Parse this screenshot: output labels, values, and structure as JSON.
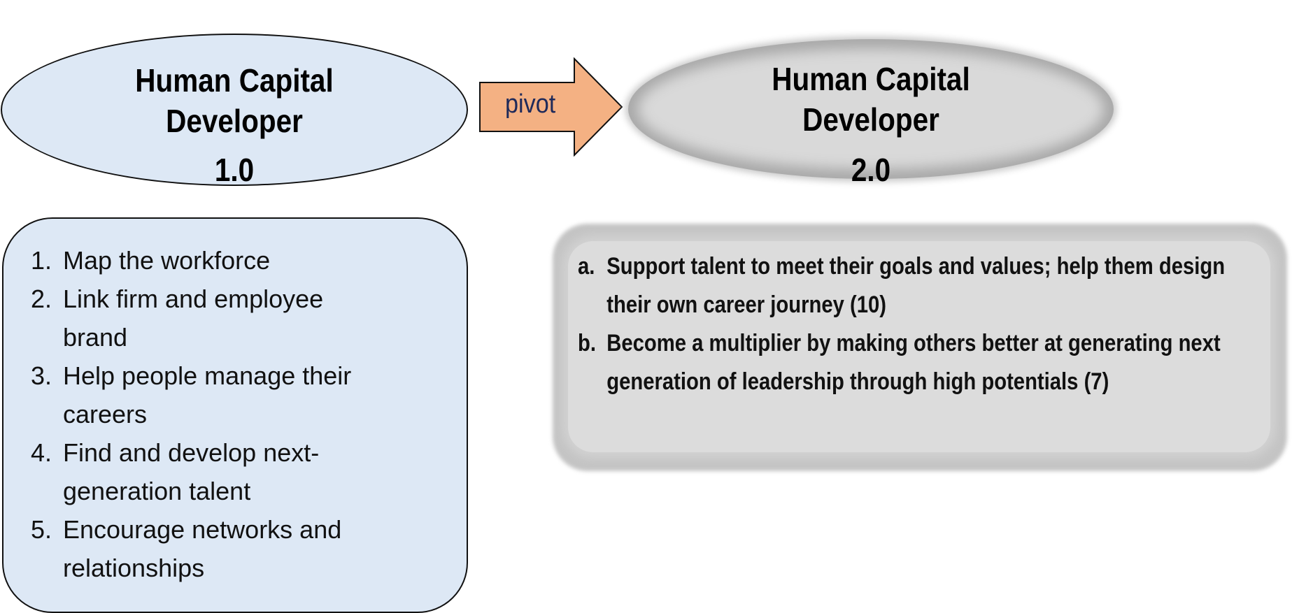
{
  "left_role": {
    "title_line1": "Human Capital",
    "title_line2": "Developer",
    "version": "1.0"
  },
  "right_role": {
    "title_line1": "Human Capital",
    "title_line2": "Developer",
    "version": "2.0"
  },
  "arrow": {
    "label": "pivot",
    "fill": "#f4b183"
  },
  "left_list": [
    {
      "num": "1.",
      "text": "Map the workforce"
    },
    {
      "num": "2.",
      "text": "Link firm and employee brand"
    },
    {
      "num": "3.",
      "text": "Help people manage their careers"
    },
    {
      "num": "4.",
      "text": "Find and develop next-generation talent"
    },
    {
      "num": "5.",
      "text": "Encourage networks and relationships"
    }
  ],
  "right_list": [
    {
      "num": "a.",
      "text": "Support talent to meet their goals and values; help them design their own career journey (10)"
    },
    {
      "num": "b.",
      "text": "Become a multiplier by making others better at generating next generation of leadership through high potentials (7)"
    }
  ]
}
